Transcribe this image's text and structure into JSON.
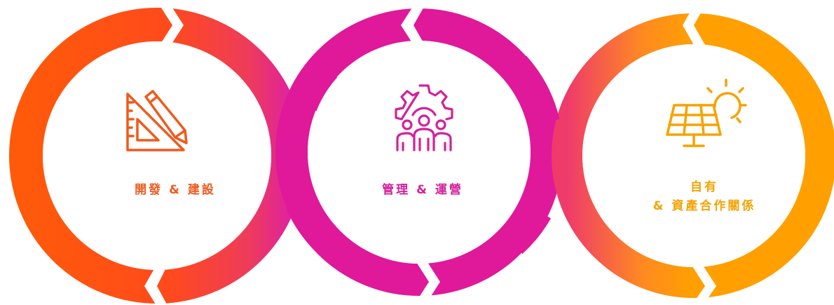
{
  "stages": [
    {
      "id": "develop",
      "label_lines": [
        "開發 & 建設"
      ],
      "icon": "ruler-pencil-icon",
      "color": "#f05a1c"
    },
    {
      "id": "manage",
      "label_lines": [
        "管理 & 運營"
      ],
      "icon": "gear-team-icon",
      "color": "#d2219a"
    },
    {
      "id": "own",
      "label_lines": [
        "自有",
        "& 資產合作關係"
      ],
      "icon": "solar-panel-sun-icon",
      "color": "#f5a300"
    }
  ],
  "colors": {
    "orange": "#ff5a0a",
    "red": "#ee3b5a",
    "magenta": "#e0189a",
    "amber": "#ffa000",
    "orange_gold": "#ff9b10"
  }
}
